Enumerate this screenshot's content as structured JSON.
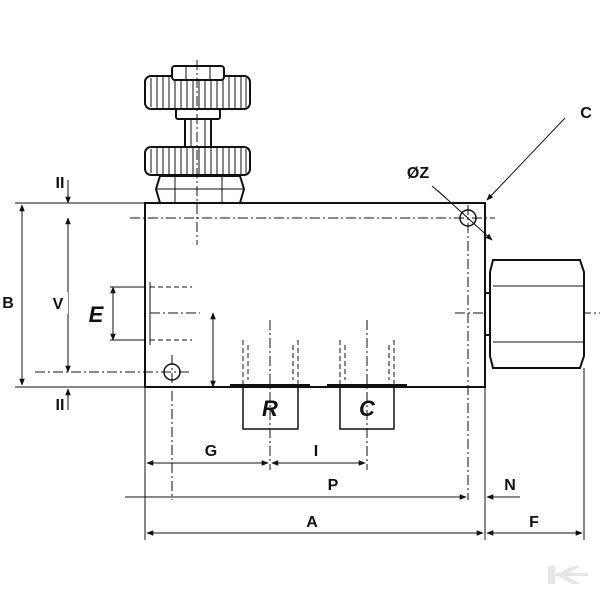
{
  "dimensions": {
    "A": "A",
    "B": "B",
    "C": "C",
    "E": "E",
    "F": "F",
    "G": "G",
    "I": "I",
    "N": "N",
    "P": "P",
    "V": "V",
    "OZ": "ØZ",
    "II_top": "II",
    "II_bottom": "II"
  },
  "ports": {
    "R": "R",
    "C": "C"
  },
  "watermark": {
    "icon": "k-logo-icon"
  }
}
